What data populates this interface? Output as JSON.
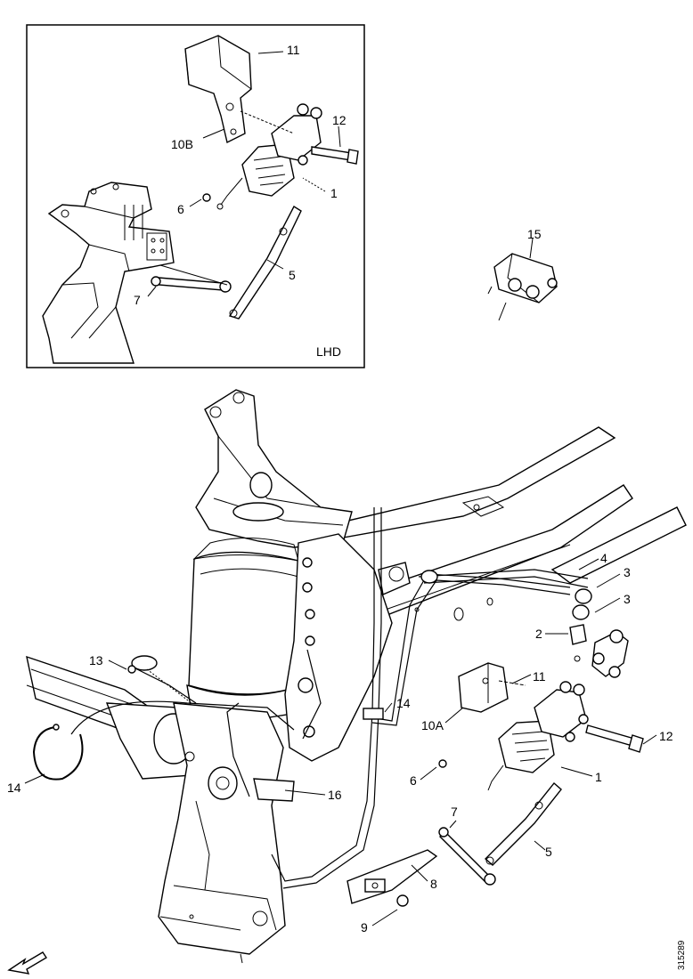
{
  "inset": {
    "label": "LHD"
  },
  "callouts": {
    "inset": [
      "11",
      "12",
      "10B",
      "1",
      "6",
      "5",
      "7"
    ],
    "main": [
      "15",
      "4",
      "3",
      "3",
      "2",
      "11",
      "13",
      "14",
      "10A",
      "12",
      "1",
      "6",
      "16",
      "14",
      "7",
      "5",
      "8",
      "9"
    ]
  },
  "figure_id": "315289"
}
